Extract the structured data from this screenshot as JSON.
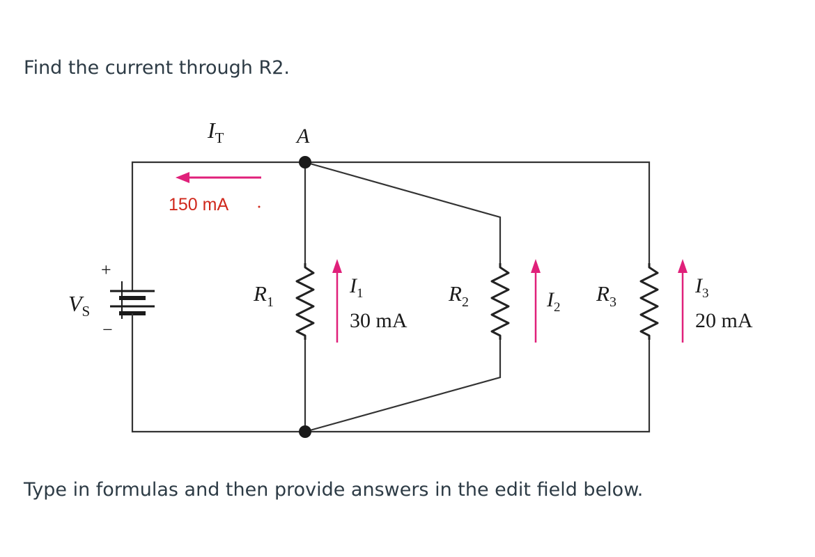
{
  "question": "Find the current through R2.",
  "instruction": "Type in formulas and then provide answers in the edit field below.",
  "diagram": {
    "node_a_label": "A",
    "total_current": {
      "symbol": "I",
      "subscript": "T",
      "value": "150 mA"
    },
    "source": {
      "symbol": "V",
      "subscript": "S",
      "plus": "+",
      "minus": "−"
    },
    "r1": {
      "symbol": "R",
      "subscript": "1"
    },
    "r2": {
      "symbol": "R",
      "subscript": "2"
    },
    "r3": {
      "symbol": "R",
      "subscript": "3"
    },
    "i1": {
      "symbol": "I",
      "subscript": "1",
      "value": "30 mA"
    },
    "i2": {
      "symbol": "I",
      "subscript": "2"
    },
    "i3": {
      "symbol": "I",
      "subscript": "3",
      "value": "20 mA"
    },
    "colors": {
      "arrow": "#e0207a",
      "wire": "#333333",
      "text": "#2d3b45",
      "current_label": "#d0281c"
    }
  }
}
